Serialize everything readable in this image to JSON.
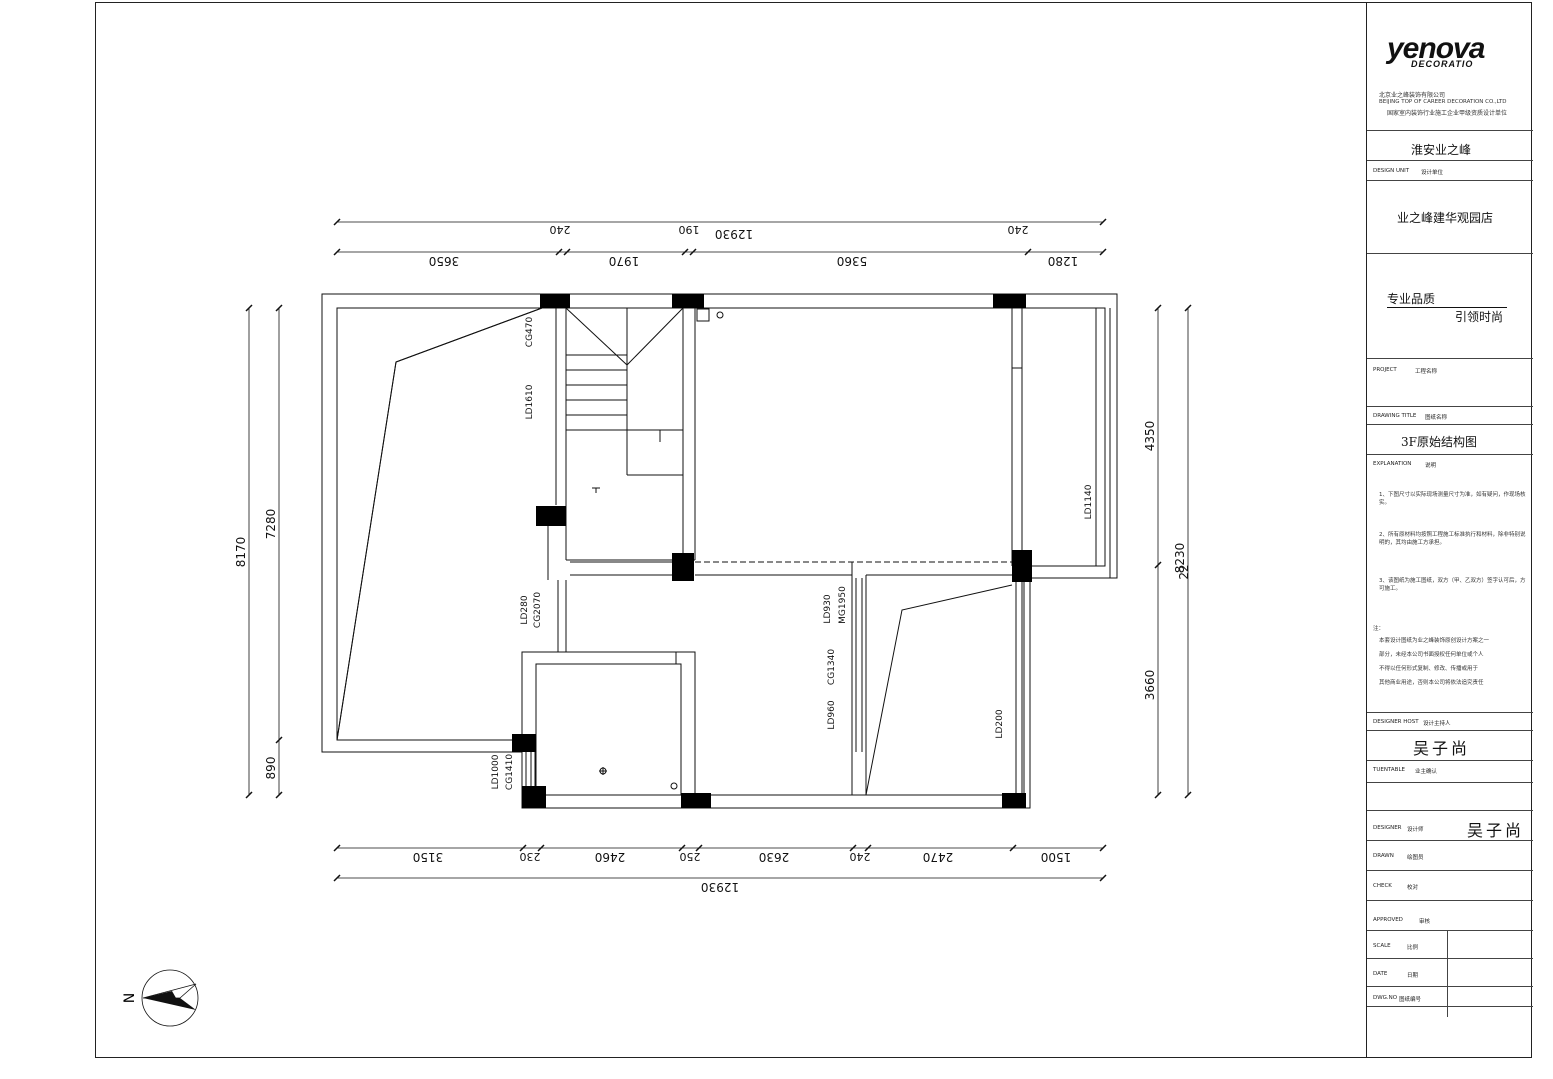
{
  "plan": {
    "dims_top_total": "12930",
    "dims_top_small": [
      "240",
      "190",
      "240"
    ],
    "dims_top": [
      "3650",
      "1970",
      "5360",
      "1280"
    ],
    "dims_bottom": [
      "3150",
      "230",
      "2460",
      "250",
      "2630",
      "240",
      "2470",
      "1500"
    ],
    "dims_bottom_total": "12930",
    "dims_left": [
      "8170",
      "7280",
      "890"
    ],
    "dims_right": [
      "4350",
      "3660",
      "8230",
      "22"
    ],
    "labels": {
      "cg470": "CG470",
      "ld1610": "LD1610",
      "ld1140": "LD1140",
      "ld280": "LD280",
      "cg2070": "CG2070",
      "ld930": "LD930",
      "mg1950": "MG1950",
      "cg1340": "CG1340",
      "ld960": "LD960",
      "ld200": "LD200",
      "ld1000": "LD1000",
      "cg1410": "CG1410"
    },
    "north": "N"
  },
  "titleblock": {
    "logo": "yenova",
    "logo_sub": "DECORATIO",
    "company_cn": "北京业之峰装饰有限公司",
    "company_en": "BEIJING TOP OF CAREER DECORATION CO.,LTD",
    "company_cert": "国家室内装饰行业施工企业甲级资质设计单位",
    "branch": "淮安业之峰",
    "design_unit_label": "DESIGN UNIT",
    "design_unit_cn": "设计单位",
    "store": "业之峰建华观园店",
    "slogan1": "专业品质",
    "slogan2": "引领时尚",
    "project_label": "PROJECT",
    "project_cn": "工程名称",
    "drawing_title_label": "DRAWING TITLE",
    "drawing_title_cn": "图纸名称",
    "drawing_title": "3F原始结构图",
    "explanation_label": "EXPLANATION",
    "explanation_cn": "说明",
    "notes": [
      "1、下图尺寸以实际现场测量尺寸为准，如有疑问，作现场核实。",
      "2、所有原材料均按照工程施工标准执行和材料，除非特别说明的，其均由施工方承担。",
      "3、该图纸为施工图纸，双方（甲、乙双方）签字认可后，方可施工。"
    ],
    "notice_title": "注：",
    "notice": [
      "本套设计图纸为业之峰装饰原创设计方案之一",
      "部分，未经本公司书面授权任何单位或个人",
      "不得以任何形式复制、修改、传播或用于",
      "其他商业用途，否则本公司将依法追究责任"
    ],
    "designer_host_label": "DESIGNER HOST",
    "designer_host_cn": "设计主持人",
    "designer_host_sig": "吴子尚",
    "tuentable_label": "TUENTABLE",
    "tuentable_cn": "业主确认",
    "designer_label": "DESIGNER",
    "designer_cn": "设计师",
    "designer_sig": "吴子尚",
    "drawn_label": "DRAWN",
    "drawn_cn": "绘图员",
    "check_label": "CHECK",
    "check_cn": "校对",
    "approved_label": "APPROVED",
    "approved_cn": "审核",
    "scale_label": "SCALE",
    "scale_cn": "比例",
    "date_label": "DATE",
    "date_cn": "日期",
    "dwg_label": "DWG.NO",
    "dwg_cn": "图纸编号"
  }
}
